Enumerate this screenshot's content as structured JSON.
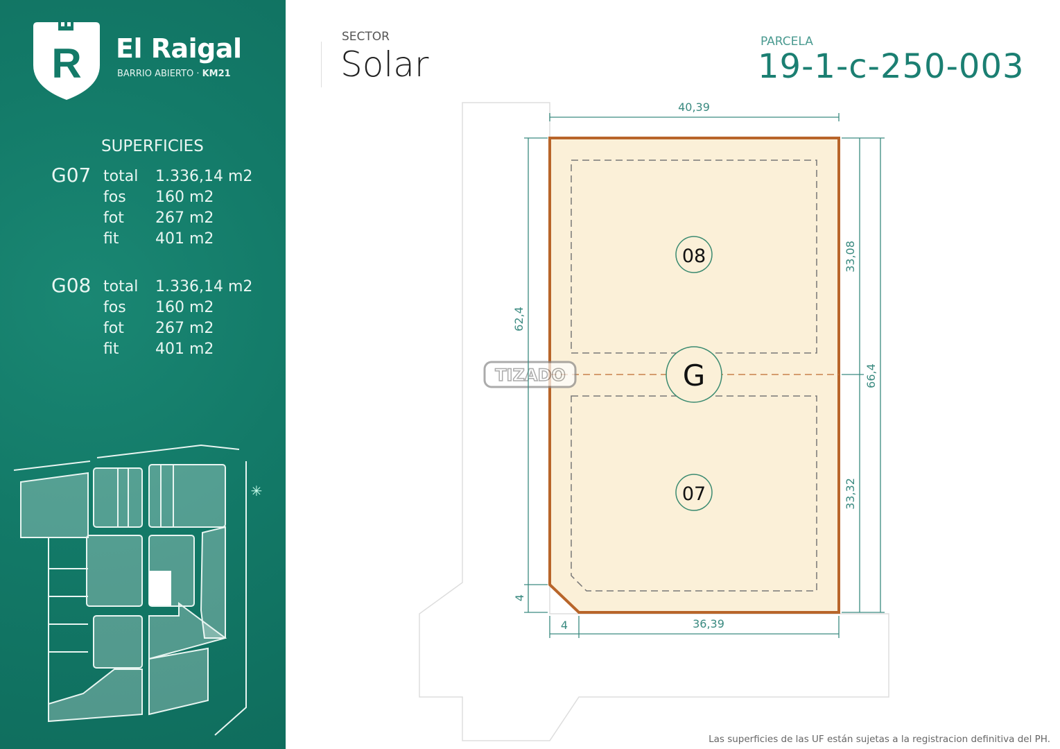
{
  "brand": {
    "name": "El Raigal",
    "tagline": "BARRIO ABIERTO ·",
    "km": "KM21",
    "logo_letter": "R"
  },
  "superficies": {
    "title": "SUPERFICIES",
    "lots": [
      {
        "code": "G07",
        "rows": [
          {
            "label": "total",
            "value": "1.336,14 m2"
          },
          {
            "label": "fos",
            "value": "160 m2"
          },
          {
            "label": "fot",
            "value": "267 m2"
          },
          {
            "label": "fit",
            "value": "401  m2"
          }
        ]
      },
      {
        "code": "G08",
        "rows": [
          {
            "label": "total",
            "value": "1.336,14 m2"
          },
          {
            "label": "fos",
            "value": "160 m2"
          },
          {
            "label": "fot",
            "value": "267 m2"
          },
          {
            "label": "fit",
            "value": "401  m2"
          }
        ]
      }
    ]
  },
  "header": {
    "sector_label": "SECTOR",
    "sector_name": "Solar",
    "parcela_label": "PARCELA",
    "parcela_value": "19-1-c-250-003"
  },
  "plan": {
    "block": "G",
    "units": [
      "08",
      "07"
    ],
    "dimensions": {
      "top": "40,39",
      "left": "62,4",
      "left_chamfer": "4",
      "bottom_chamfer": "4",
      "bottom": "36,39",
      "right_upper": "33,08",
      "right_lower": "33,32",
      "right_total": "66,4"
    },
    "watermark": "TIZADO"
  },
  "colors": {
    "brand_green": "#137a68",
    "parcel_fill": "#fbf0d8",
    "parcel_border": "#b8652a",
    "dimension": "#3a8a80"
  },
  "footnote": "Las superficies de las UF están sujetas a la registracion definitiva del PH."
}
